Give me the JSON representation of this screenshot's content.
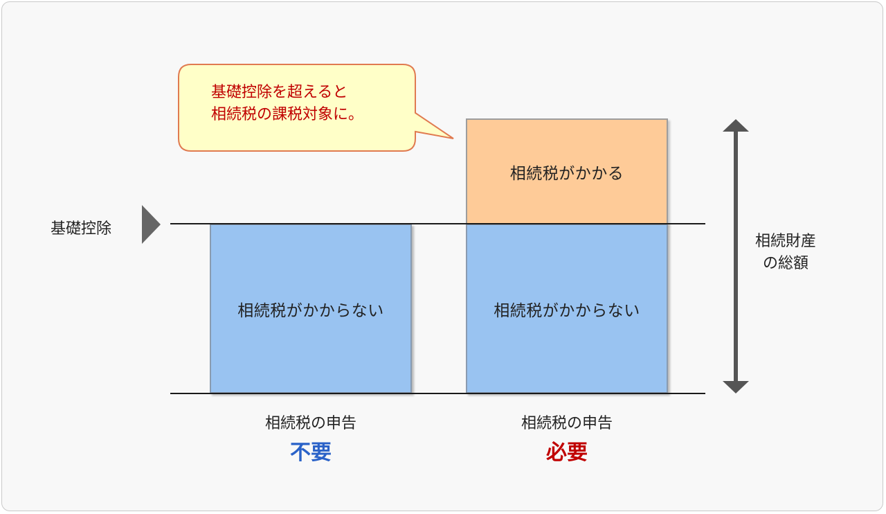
{
  "callout": {
    "line1": "基礎控除を超えると",
    "line2": "相続税の課税対象に。"
  },
  "basic_deduction_label": "基礎控除",
  "left_column": {
    "box_text": "相続税がかからない",
    "caption": "相続税の申告",
    "status": "不要"
  },
  "right_column": {
    "upper_box_text": "相続税がかかる",
    "lower_box_text": "相続税がかからない",
    "caption": "相続税の申告",
    "status": "必要"
  },
  "total_assets": {
    "line1": "相続財産",
    "line2": "の総額"
  },
  "colors": {
    "blue_box": "#99c3f1",
    "orange_box": "#fecb98",
    "callout_fill": "#ffffc8",
    "callout_border": "#e07a50",
    "callout_text": "#c00000",
    "status_not_required": "#2a62c8",
    "status_required": "#c00000",
    "arrow": "#555555"
  }
}
